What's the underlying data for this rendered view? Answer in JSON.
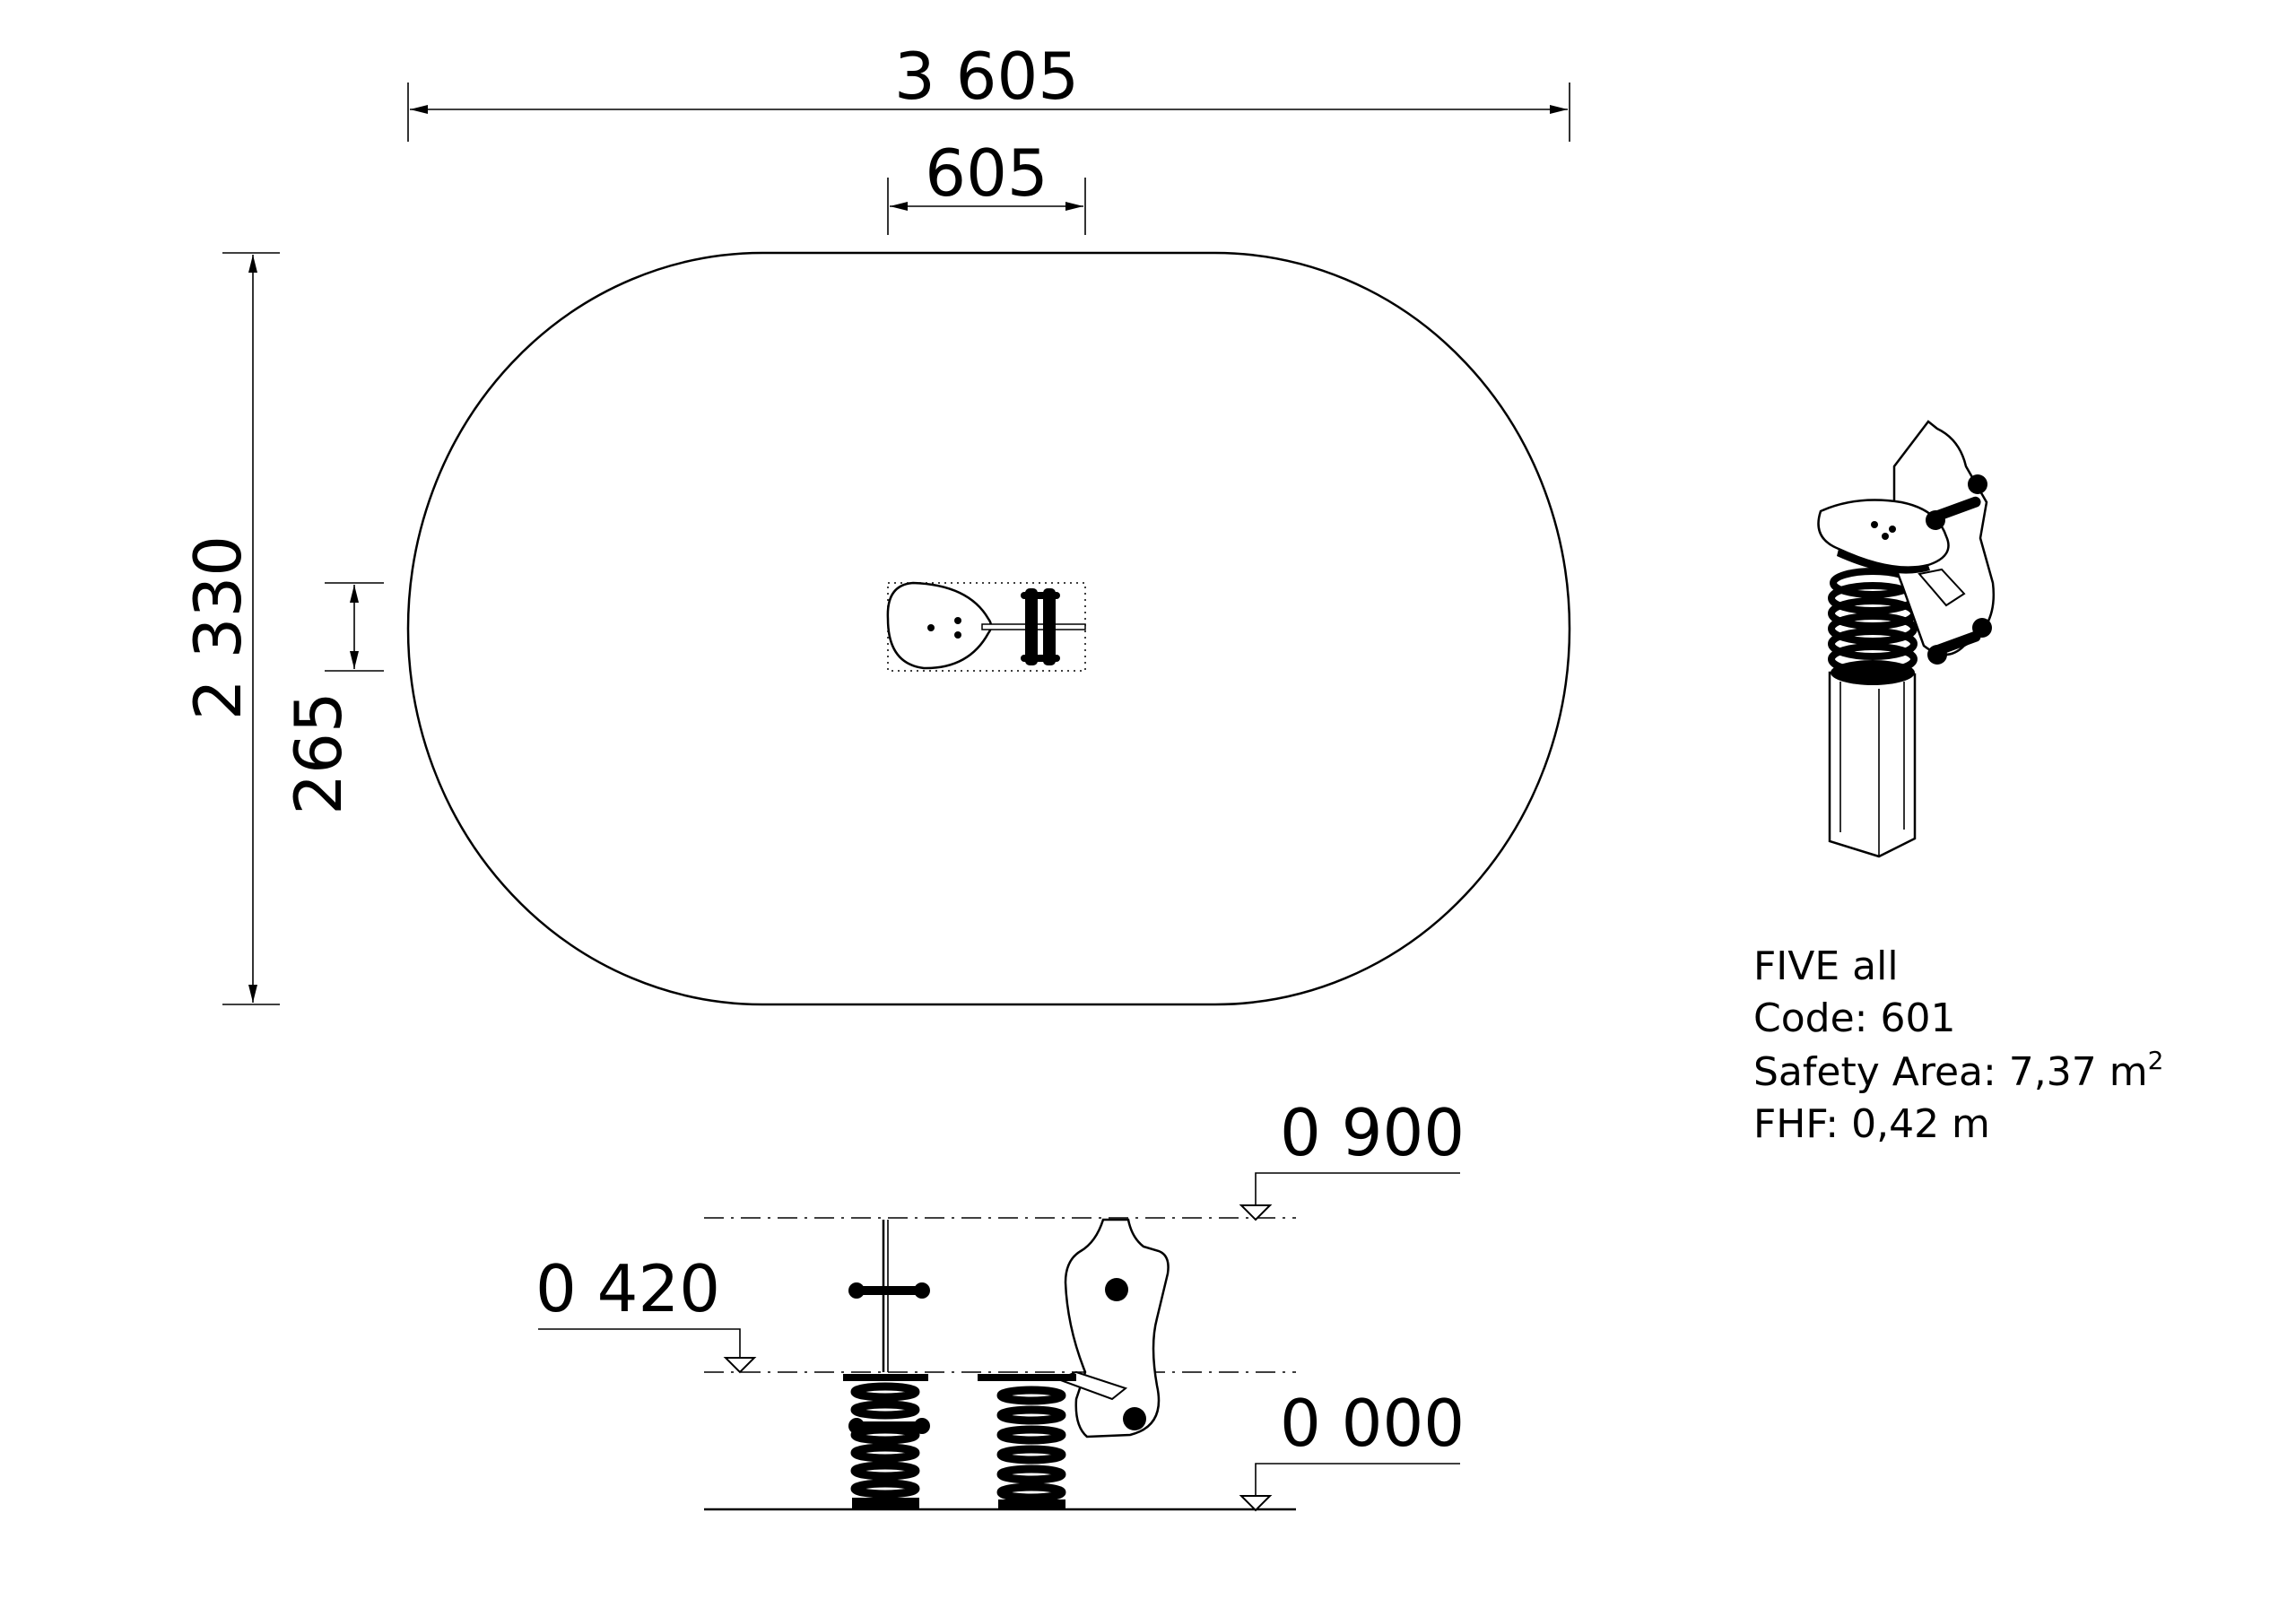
{
  "dimensions": {
    "overall_length": "3 605",
    "equipment_width": "605",
    "overall_width": "2 330",
    "equipment_depth": "265"
  },
  "elevations": {
    "top": "0 900",
    "fall_height": "0 420",
    "ground": "0 000"
  },
  "info": {
    "name": "FIVE all",
    "code": "Code: 601",
    "safety_area_label": "Safety Area: 7,37 m",
    "safety_area_exp": "2",
    "fhf": "FHF: 0,42 m"
  }
}
